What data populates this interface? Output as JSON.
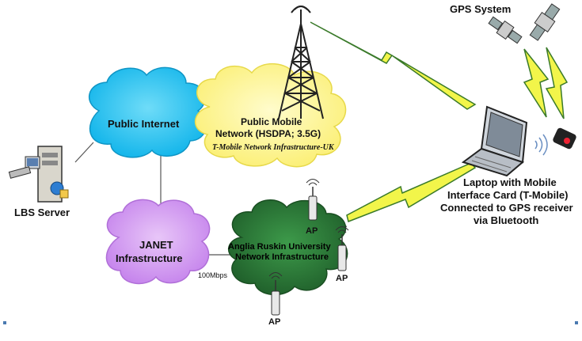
{
  "nodes": {
    "gps_system": "GPS System",
    "public_internet": "Public Internet",
    "public_mobile_line1": "Public Mobile",
    "public_mobile_line2": "Network (HSDPA; 3.5G)",
    "public_mobile_sub": "T-Mobile Network Infrastructure-UK",
    "lbs_server": "LBS Server",
    "janet_line1": "JANET",
    "janet_line2": "Infrastructure",
    "anglia_line1": "Anglia Ruskin University",
    "anglia_line2": "Network Infrastructure",
    "laptop_line1": "Laptop with Mobile",
    "laptop_line2": "Interface Card (T-Mobile)",
    "laptop_line3": "Connected to GPS receiver",
    "laptop_line4": "via Bluetooth",
    "link_speed": "100Mbps",
    "ap_label": "AP"
  },
  "colors": {
    "cloud_blue": "#29c4f0",
    "cloud_yellow": "#fdf59a",
    "cloud_purple": "#d69cf2",
    "cloud_green": "#2f7a3a",
    "lightning_fill": "#f2f54a",
    "lightning_stroke": "#3a7a2a",
    "link_line": "#555555"
  }
}
